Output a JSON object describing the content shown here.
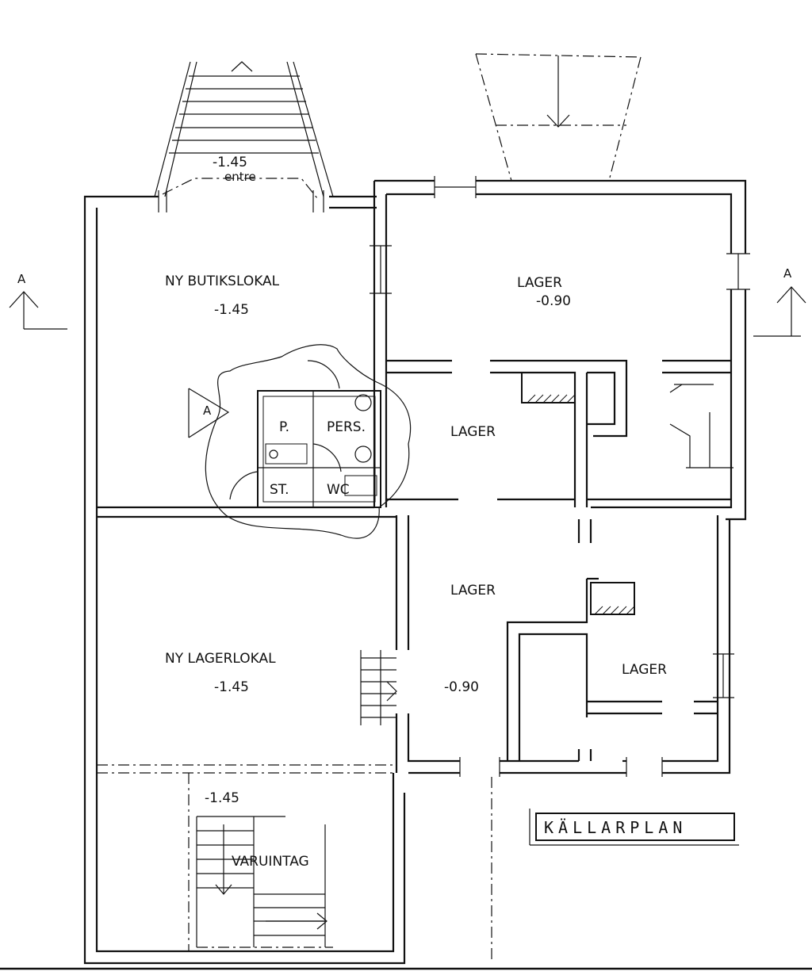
{
  "drawing_title": "KÄLLARPLAN",
  "entrance": {
    "level": "-1.45",
    "label": "entre"
  },
  "rooms": {
    "ny_butikslokal": {
      "name": "NY BUTIKSLOKAL",
      "level": "-1.45"
    },
    "lager_ne": {
      "name": "LAGER",
      "level": "-0.90"
    },
    "lager_center": {
      "name": "LAGER"
    },
    "lager_se_upper": {
      "name": "LAGER"
    },
    "lager_se_right": {
      "name": "LAGER"
    },
    "lager_level": "-0.90",
    "ny_lagerlokal": {
      "name": "NY LAGERLOKAL",
      "level": "-1.45"
    },
    "varuintag": {
      "name": "VARUINTAG",
      "level": "-1.45"
    }
  },
  "staff_area": {
    "p": "P.",
    "pers": "PERS.",
    "st": "ST.",
    "wc": "WC"
  },
  "section_marks": {
    "left": "A",
    "right": "A",
    "inner": "A"
  }
}
